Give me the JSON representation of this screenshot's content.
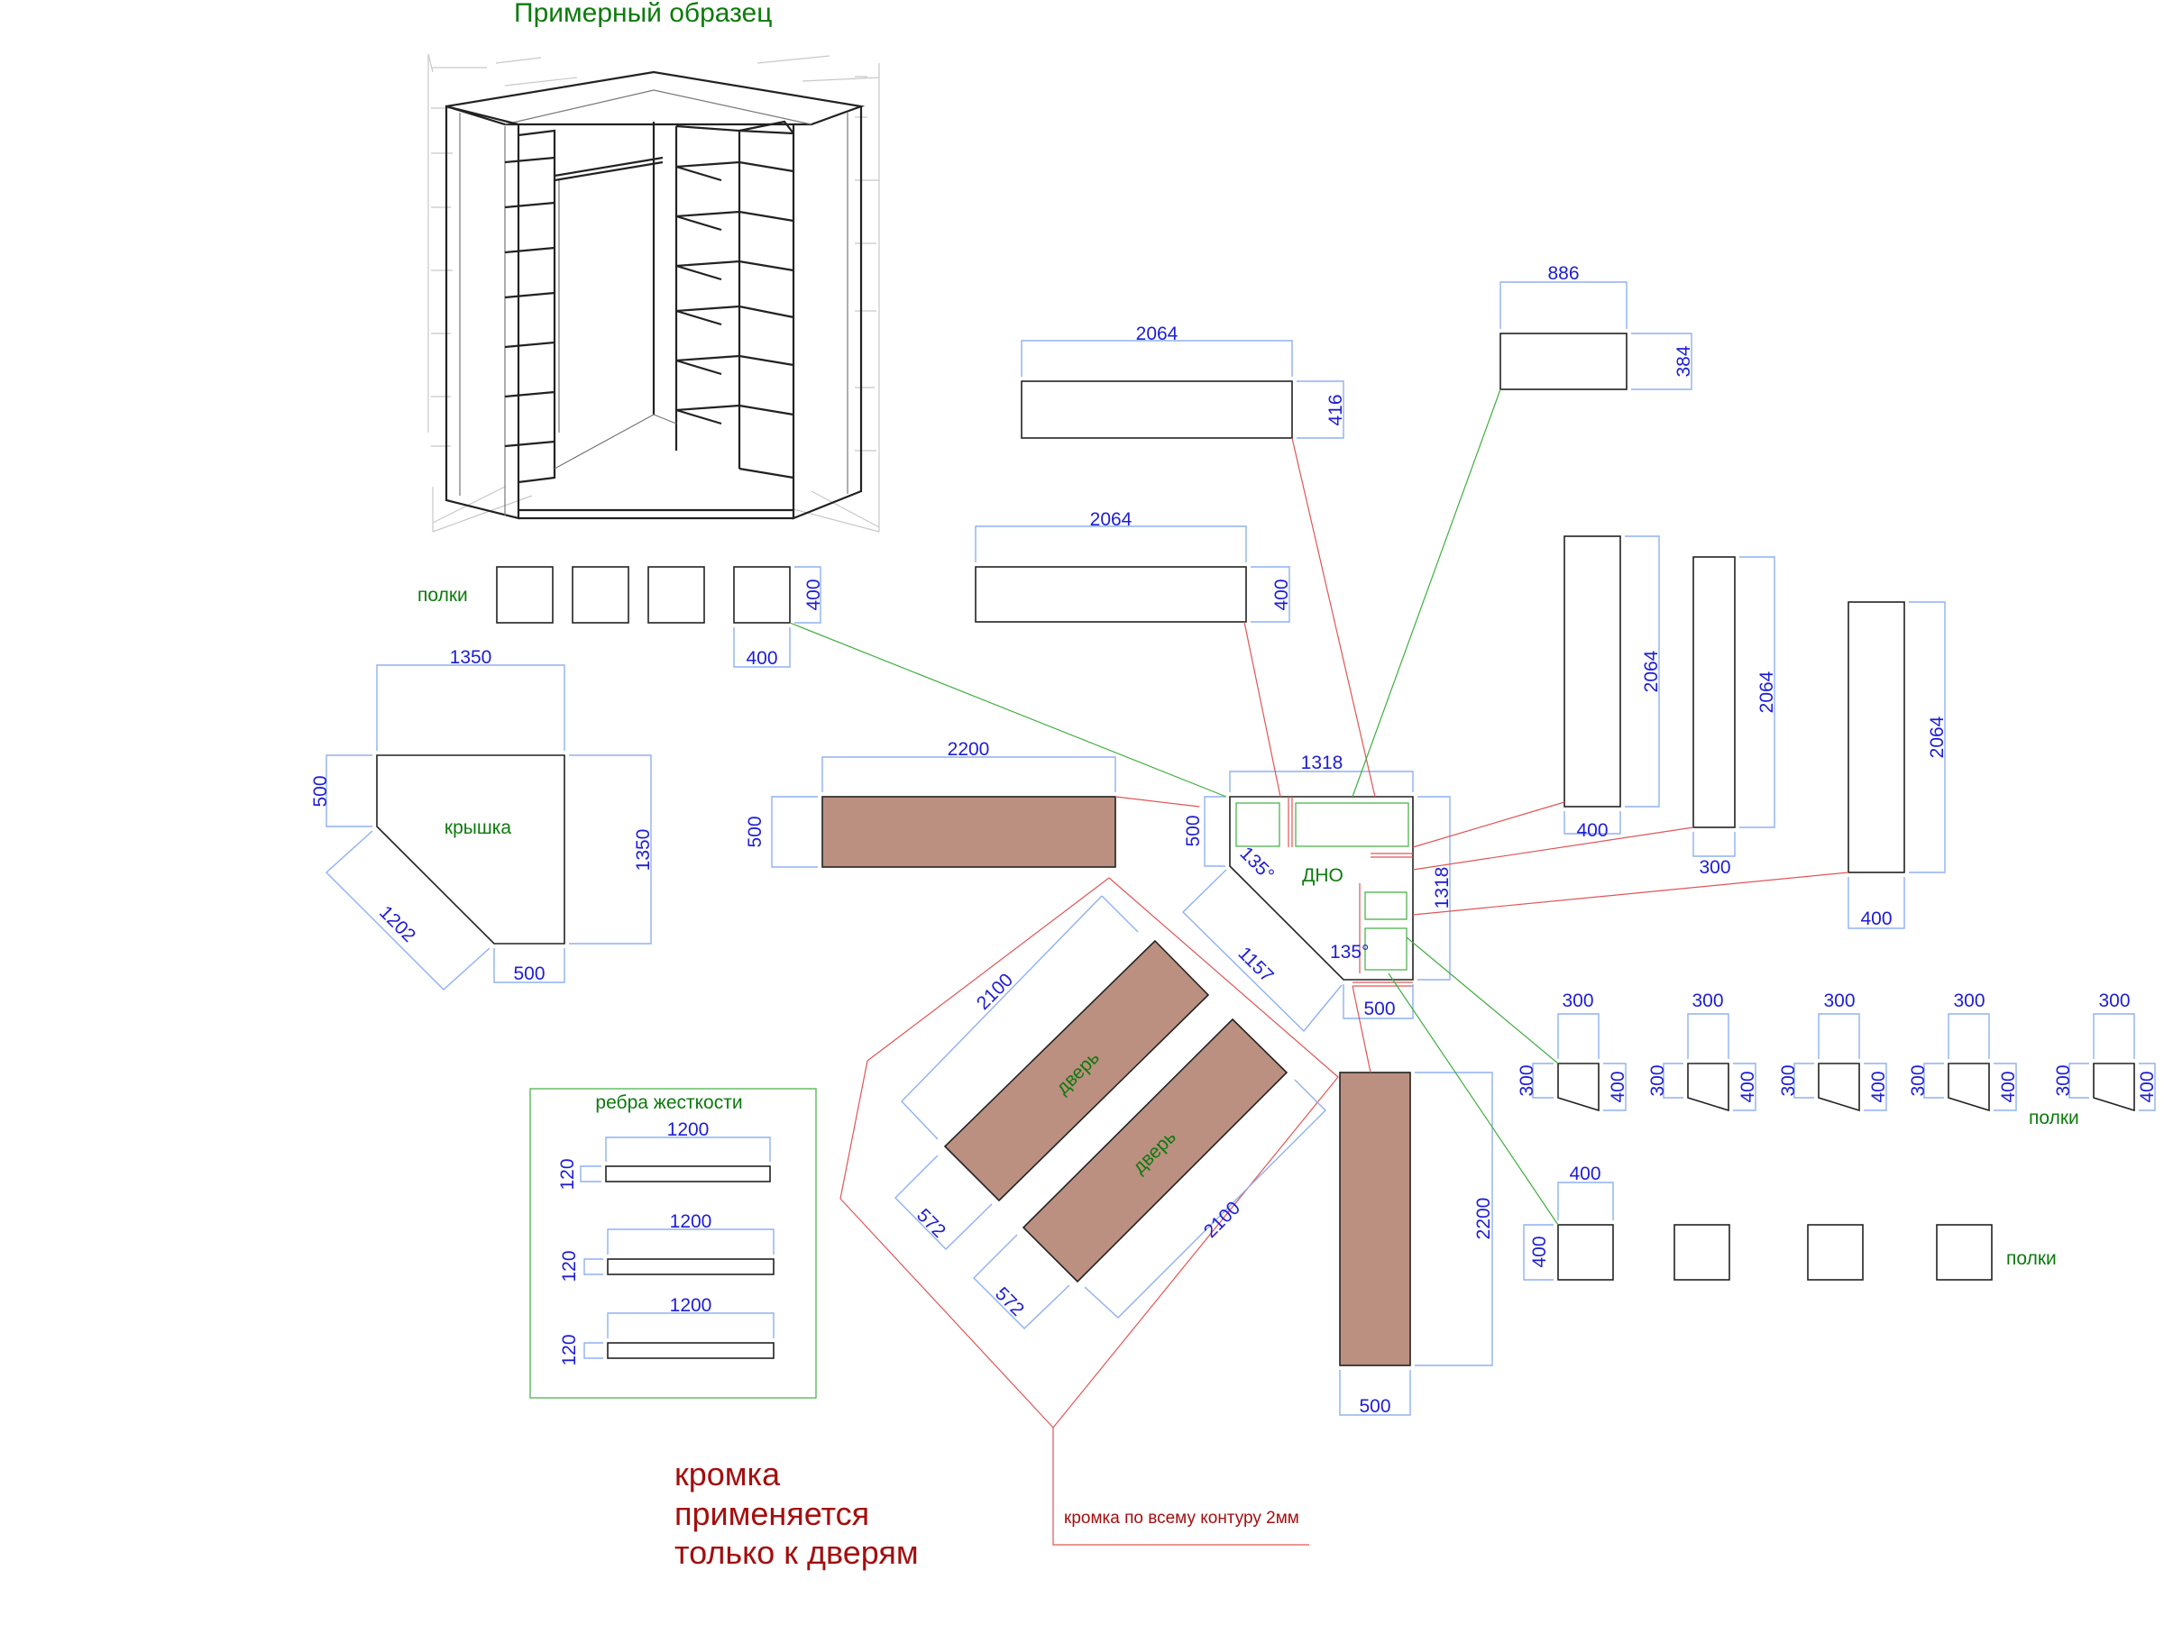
{
  "title": "Примерный образец",
  "dims": {
    "top_panel_w": "2064",
    "top_panel_h": "416",
    "small_panel_w": "886",
    "small_panel_h": "384",
    "mid_panel_w": "2064",
    "mid_panel_h": "400",
    "shelf_w": "400",
    "shelf_h": "400",
    "cover_top": "1350",
    "cover_left": "500",
    "cover_right": "1350",
    "cover_diag": "1202",
    "cover_bottom": "500",
    "side_door_w": "2200",
    "side_door_h": "500",
    "bottom_top": "1318",
    "bottom_right": "1318",
    "bottom_left": "500",
    "bottom_diag": "1157",
    "bottom_bottom": "500",
    "angle1": "135°",
    "angle2": "135°",
    "vert1_h": "2064",
    "vert1_w": "400",
    "vert2_h": "2064",
    "vert2_w": "300",
    "vert3_h": "2064",
    "vert3_w": "400",
    "door_len": "2100",
    "door_w": "572",
    "right_door_h": "2200",
    "right_door_w": "500",
    "trap_w": "300",
    "trap_h1": "300",
    "trap_h2": "400",
    "sq_w": "400",
    "sq_h": "400",
    "rib_len": "1200",
    "rib_h": "120"
  },
  "labels": {
    "shelves_top": "полки",
    "cover": "крышка",
    "bottom": "ДНО",
    "door": "дверь",
    "ribs": "ребра жесткости",
    "shelves_trap": "полки",
    "shelves_sq": "полки",
    "edge_note": [
      "кромка",
      "применяется",
      "только к дверям"
    ],
    "edge_contour": "кромка по всему контуру 2мм"
  },
  "colors": {
    "door_fill": "#bb9080",
    "dimension": "#1d1dd6",
    "dimension_line": "#8fb0f2",
    "label": "#0d7a0d",
    "note": "#a30f0f",
    "leader_red": "#e05555",
    "leader_green": "#3fae3f"
  }
}
